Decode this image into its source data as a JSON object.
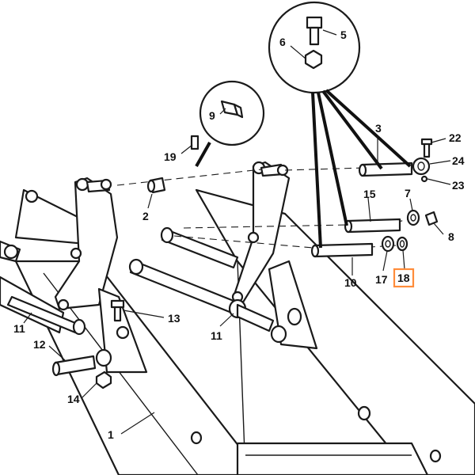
{
  "colors": {
    "highlight": "#ff8c3a",
    "ink": "#1a1a1a"
  },
  "labels": {
    "p1": "1",
    "p2": "2",
    "p3": "3",
    "p5": "5",
    "p6": "6",
    "p7": "7",
    "p8": "8",
    "p9": "9",
    "p10": "10",
    "p11a": "11",
    "p11b": "11",
    "p12": "12",
    "p13": "13",
    "p14": "14",
    "p15": "15",
    "p17": "17",
    "p18": "18",
    "p19": "19",
    "p22": "22",
    "p23": "23",
    "p24": "24"
  },
  "highlighted_part": "18"
}
